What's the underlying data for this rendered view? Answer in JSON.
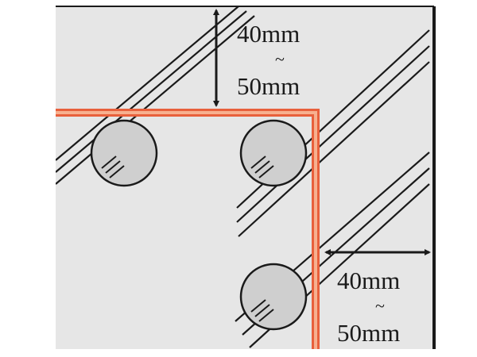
{
  "cover_top": {
    "min": "40mm",
    "separator": "~",
    "max": "50mm"
  },
  "cover_side": {
    "min": "40mm",
    "separator": "~",
    "max": "50mm"
  },
  "colors": {
    "concrete": "#e6e6e6",
    "edge": "#1a1a1a",
    "rebar_fill": "#cfcfcf",
    "hoop_outer": "#e8603c",
    "hoop_inner": "#f7b08f",
    "dimension": "#1a1a1a"
  }
}
